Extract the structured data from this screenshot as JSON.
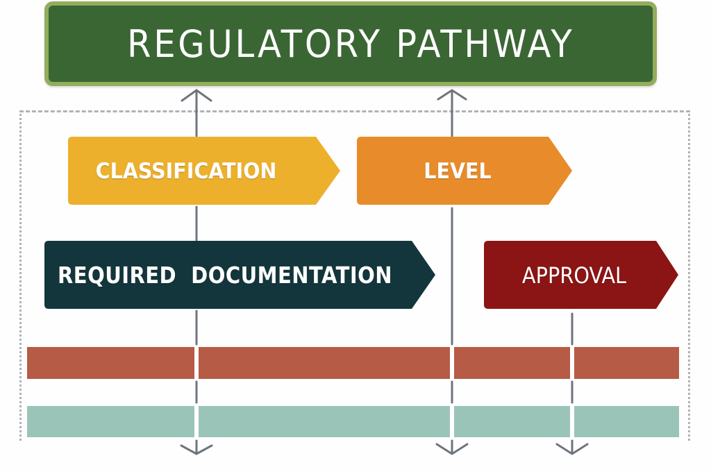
{
  "title": "REGULATORY PATHWAY",
  "colors": {
    "title_fill": "#3a6634",
    "title_border": "#93ad5c",
    "classification": "#edb02c",
    "level": "#e88b2a",
    "required_documentation": "#12363b",
    "approval": "#8b1514",
    "band_top": "#b65b46",
    "band_bottom": "#9bc4b9",
    "connector": "#757a82",
    "frame": "#aeb3b6"
  },
  "stages": [
    {
      "id": "classification",
      "label": "CLASSIFICATION"
    },
    {
      "id": "level",
      "label": "LEVEL"
    },
    {
      "id": "required-documentation",
      "label": "REQUIRED  DOCUMENTATION"
    },
    {
      "id": "approval",
      "label": "APPROVAL"
    }
  ],
  "bands": [
    {
      "id": "band-top",
      "label": ""
    },
    {
      "id": "band-bottom",
      "label": ""
    }
  ],
  "connectors": [
    {
      "id": "connector-1",
      "direction": "up-and-down"
    },
    {
      "id": "connector-2",
      "direction": "up-and-down"
    },
    {
      "id": "connector-3",
      "direction": "down"
    }
  ]
}
